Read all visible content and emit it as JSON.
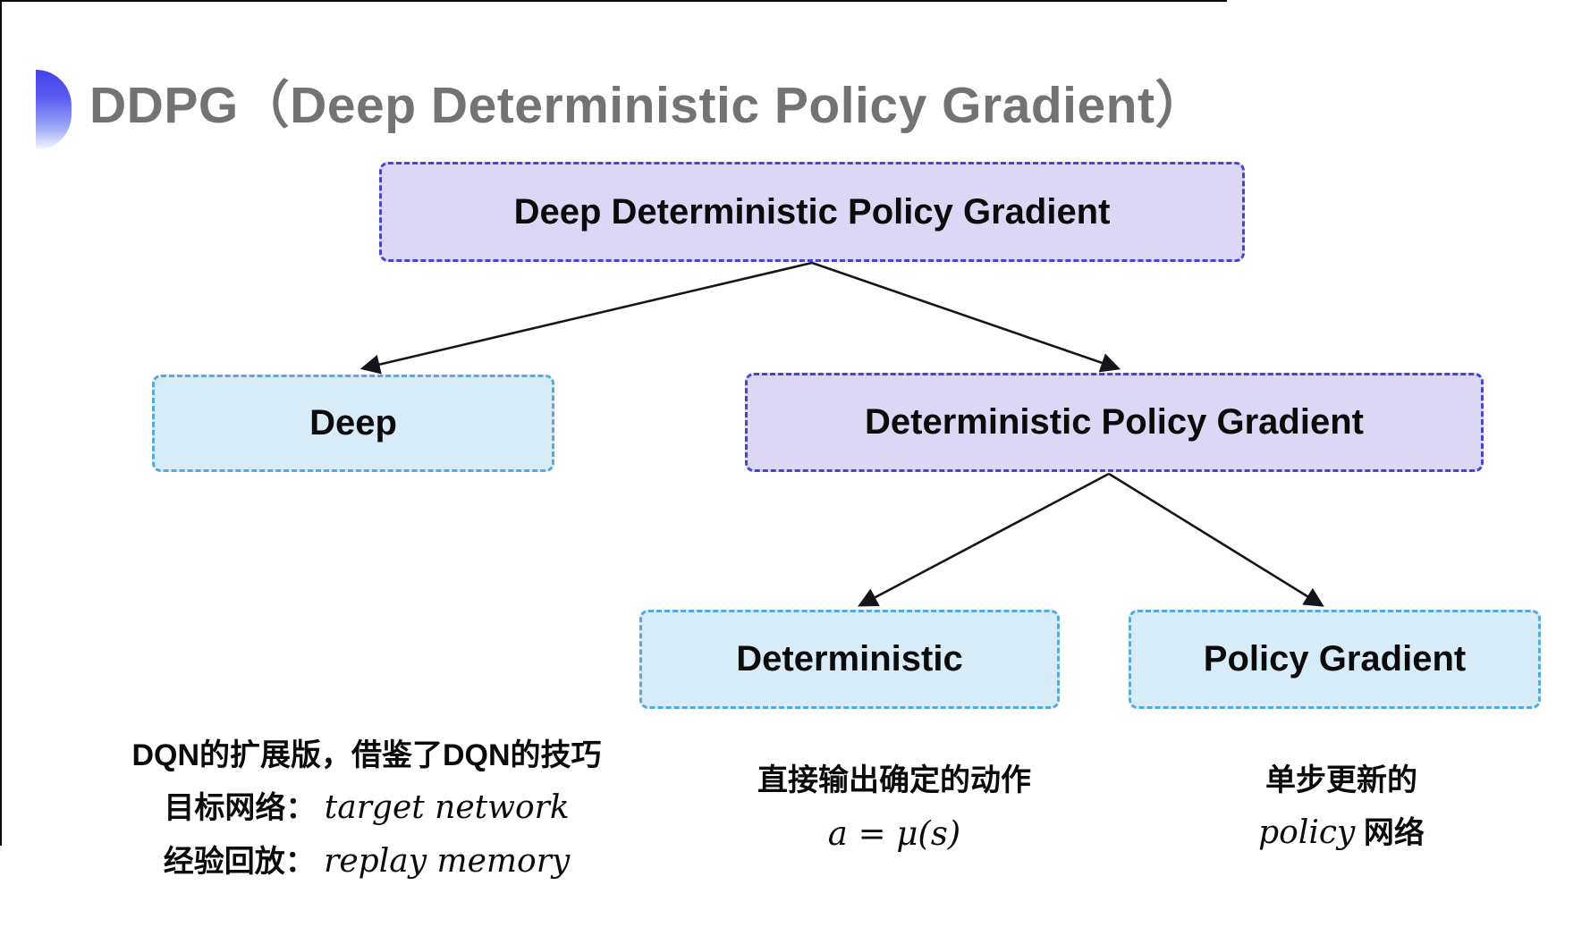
{
  "title": {
    "text": "DDPG（Deep Deterministic Policy Gradient）"
  },
  "colors": {
    "title_gray": "#737373",
    "bullet_blue": "#4343e9",
    "purple_fill": "#dcd7f5",
    "purple_border": "#4644d0",
    "cyan_fill": "#d8ecf8",
    "cyan_border": "#57a9dc",
    "arrow": "#15151c"
  },
  "nodes": [
    {
      "id": "ddpg",
      "label": "Deep Deterministic Policy Gradient",
      "style": "purple"
    },
    {
      "id": "deep",
      "label": "Deep",
      "style": "cyan"
    },
    {
      "id": "dpg",
      "label": "Deterministic Policy Gradient",
      "style": "purple"
    },
    {
      "id": "deterministic",
      "label": "Deterministic",
      "style": "cyan"
    },
    {
      "id": "policy_gradient",
      "label": "Policy Gradient",
      "style": "cyan"
    }
  ],
  "edges": [
    {
      "from": "ddpg",
      "to": "deep"
    },
    {
      "from": "ddpg",
      "to": "dpg"
    },
    {
      "from": "dpg",
      "to": "deterministic"
    },
    {
      "from": "dpg",
      "to": "policy_gradient"
    }
  ],
  "annotations": {
    "deep_note": {
      "line1": "DQN的扩展版，借鉴了DQN的技巧",
      "line2_label": "目标网络：",
      "line2_term": "target network",
      "line3_label": "经验回放：",
      "line3_term": "replay memory"
    },
    "deterministic_note": {
      "line1": "直接输出确定的动作",
      "formula": "a = μ(s)"
    },
    "policy_gradient_note": {
      "line1": "单步更新的",
      "term": "policy",
      "line2_rest": " 网络"
    }
  }
}
